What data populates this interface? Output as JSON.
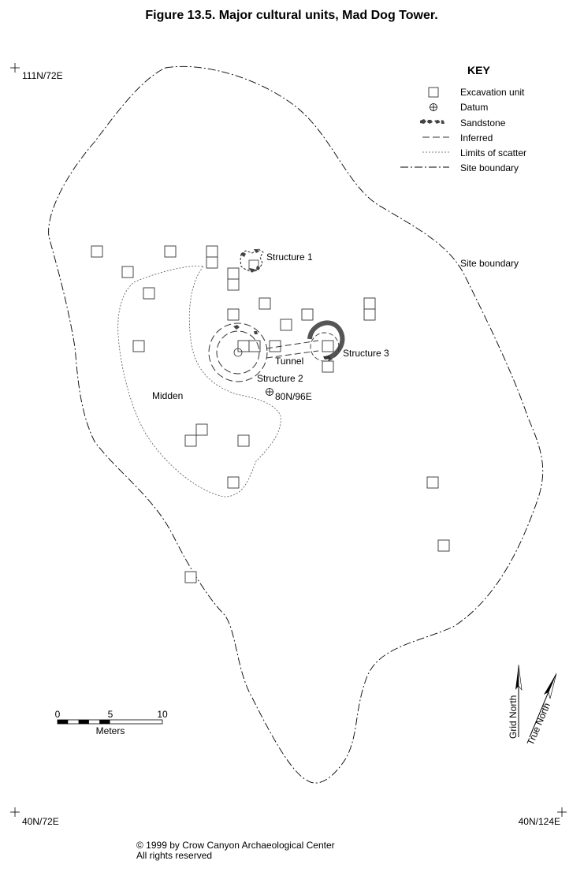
{
  "title": "Figure 13.5.  Major cultural units, Mad Dog Tower.",
  "grid_corners": {
    "top_left": "111N/72E",
    "bottom_left": "40N/72E",
    "bottom_right": "40N/124E"
  },
  "key": {
    "title": "KEY",
    "items": [
      {
        "symbol": "excavation-unit",
        "label": "Excavation unit"
      },
      {
        "symbol": "datum",
        "label": "Datum"
      },
      {
        "symbol": "sandstone",
        "label": "Sandstone"
      },
      {
        "symbol": "inferred",
        "label": "Inferred"
      },
      {
        "symbol": "limits-of-scatter",
        "label": "Limits of scatter"
      },
      {
        "symbol": "site-boundary",
        "label": "Site boundary"
      }
    ]
  },
  "labels": {
    "site_boundary": "Site boundary",
    "structure_1": "Structure 1",
    "structure_2": "Structure 2",
    "structure_3": "Structure 3",
    "tunnel": "Tunnel",
    "midden": "Midden",
    "datum": "80N/96E"
  },
  "scale": {
    "ticks": [
      "0",
      "5",
      "10"
    ],
    "unit": "Meters"
  },
  "north": {
    "grid": "Grid North",
    "true": "True North"
  },
  "copyright": {
    "line1": "© 1999 by Crow Canyon Archaeological Center",
    "line2": "All rights reserved"
  }
}
